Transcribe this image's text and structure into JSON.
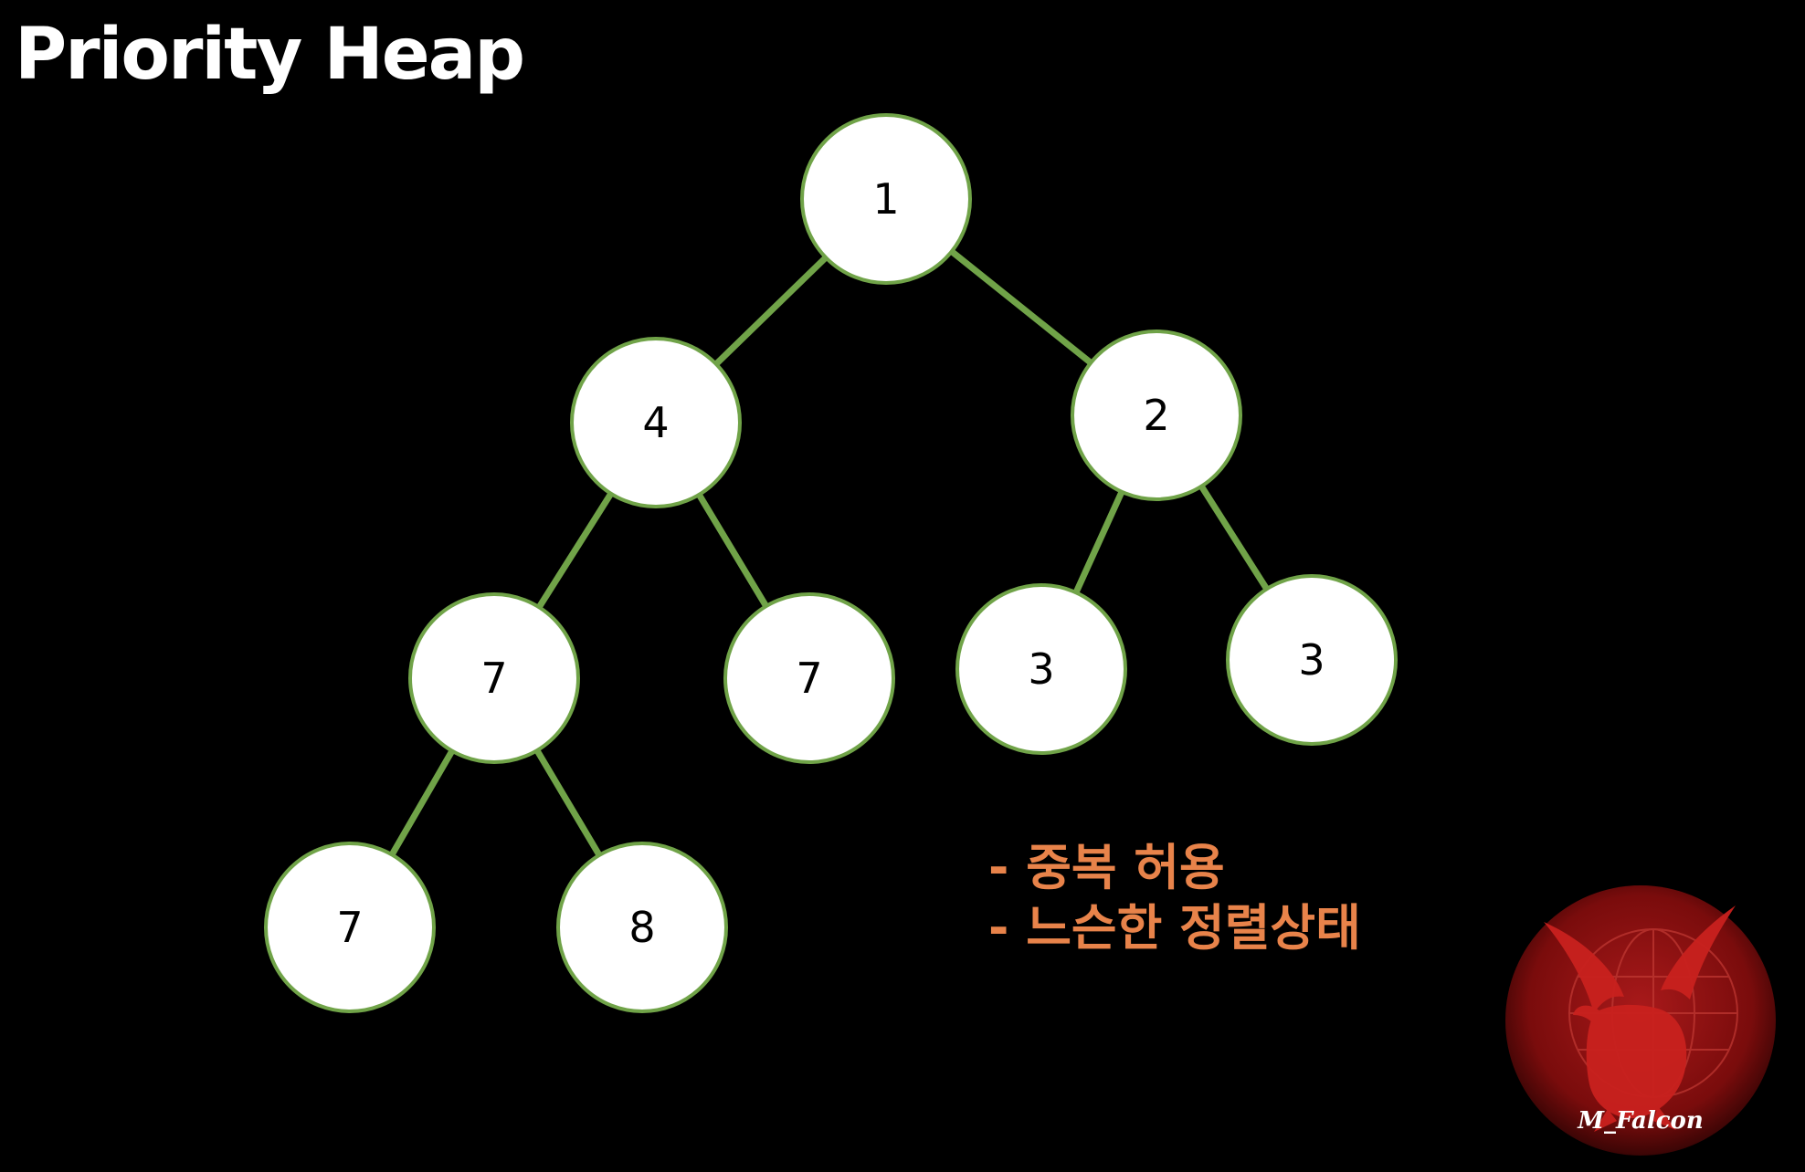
{
  "title": "Priority Heap",
  "colors": {
    "background": "#000000",
    "node_fill": "#ffffff",
    "node_stroke": "#70a348",
    "edge": "#70a348",
    "note_text": "#e8834a",
    "logo_red": "#8b0f0f"
  },
  "heap": {
    "nodes": [
      {
        "id": "n1",
        "value": "1"
      },
      {
        "id": "n2",
        "value": "4"
      },
      {
        "id": "n3",
        "value": "2"
      },
      {
        "id": "n4",
        "value": "7"
      },
      {
        "id": "n5",
        "value": "7"
      },
      {
        "id": "n6",
        "value": "3"
      },
      {
        "id": "n7",
        "value": "3"
      },
      {
        "id": "n8",
        "value": "7"
      },
      {
        "id": "n9",
        "value": "8"
      }
    ],
    "edges": [
      [
        "n1",
        "n2"
      ],
      [
        "n1",
        "n3"
      ],
      [
        "n2",
        "n4"
      ],
      [
        "n2",
        "n5"
      ],
      [
        "n3",
        "n6"
      ],
      [
        "n3",
        "n7"
      ],
      [
        "n4",
        "n8"
      ],
      [
        "n4",
        "n9"
      ]
    ]
  },
  "notes": [
    "- 중복 허용",
    "- 느슨한 정렬상태"
  ],
  "logo": {
    "text": "M_Falcon",
    "icon": "eagle-icon"
  }
}
